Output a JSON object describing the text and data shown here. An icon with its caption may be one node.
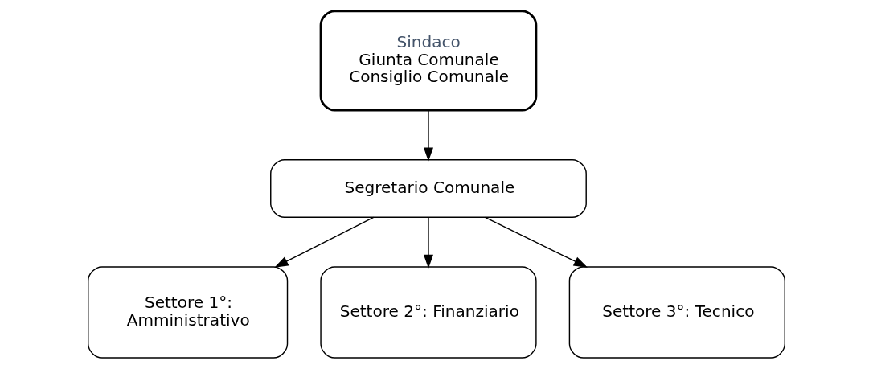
{
  "diagram": {
    "nodes": [
      {
        "text": [
          "Sindaco",
          "Giunta Comunale",
          "Consiglio Comunale"
        ]
      },
      {
        "text": [
          "Segretario Comunale"
        ]
      },
      {
        "text": [
          "Settore 1°: Amministrativo"
        ]
      },
      {
        "text": [
          "Settore 2°: Finanziario"
        ]
      },
      {
        "text": [
          "Settore 3°: Tecnico"
        ]
      }
    ],
    "edges": [
      {
        "from": 0,
        "to": 1,
        "arrow": "to"
      },
      {
        "from": 1,
        "to": 2,
        "arrow": "to"
      },
      {
        "from": 1,
        "to": 3,
        "arrow": "to"
      },
      {
        "from": 1,
        "to": 4,
        "arrow": "to"
      }
    ]
  }
}
